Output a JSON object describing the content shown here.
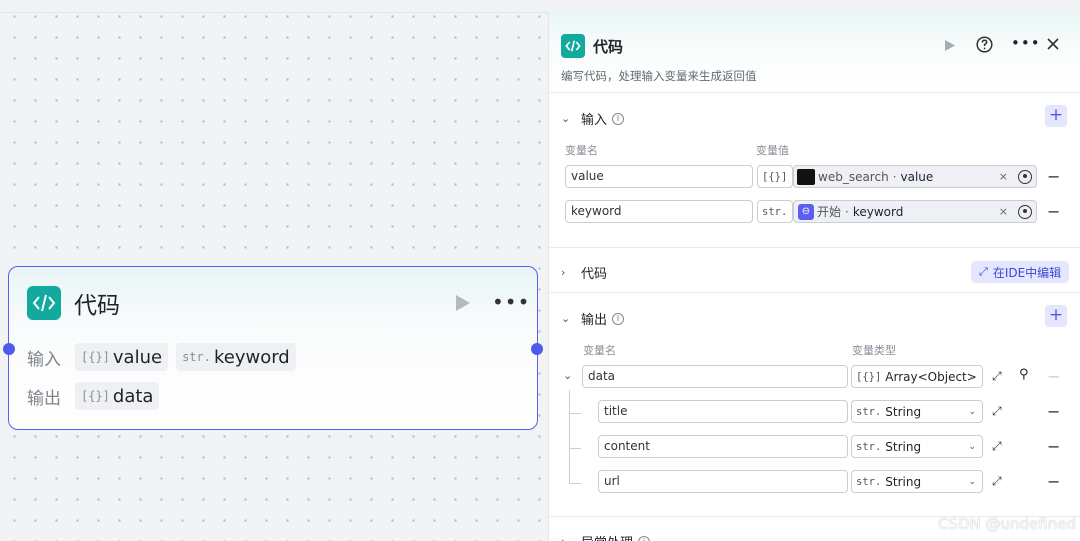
{
  "node": {
    "title": "代码",
    "input_label": "输入",
    "output_label": "输出",
    "inputs": [
      {
        "type": "[{}]",
        "name": "value"
      },
      {
        "type": "str.",
        "name": "keyword"
      }
    ],
    "outputs": [
      {
        "type": "[{}]",
        "name": "data"
      }
    ]
  },
  "panel": {
    "title": "代码",
    "description": "编写代码，处理输入变量来生成返回值",
    "input_section": {
      "title": "输入",
      "col_name": "变量名",
      "col_value": "变量值",
      "rows": [
        {
          "name": "value",
          "type": "[{}]",
          "src": "web_search",
          "ref": "value"
        },
        {
          "name": "keyword",
          "type": "str.",
          "src": "开始",
          "ref": "keyword"
        }
      ]
    },
    "code_section": {
      "title": "代码",
      "ide_button": "在IDE中编辑"
    },
    "output_section": {
      "title": "输出",
      "col_name": "变量名",
      "col_type": "变量类型",
      "rows": [
        {
          "name": "data",
          "prefix": "[{}]",
          "type": "Array<Object>"
        },
        {
          "name": "title",
          "prefix": "str.",
          "type": "String"
        },
        {
          "name": "content",
          "prefix": "str.",
          "type": "String"
        },
        {
          "name": "url",
          "prefix": "str.",
          "type": "String"
        }
      ]
    },
    "exception_section": {
      "title": "异常处理"
    }
  },
  "watermark": "CSDN @undefined",
  "colors": {
    "accent": "#4e5bea",
    "code_icon": "#12a99e"
  }
}
